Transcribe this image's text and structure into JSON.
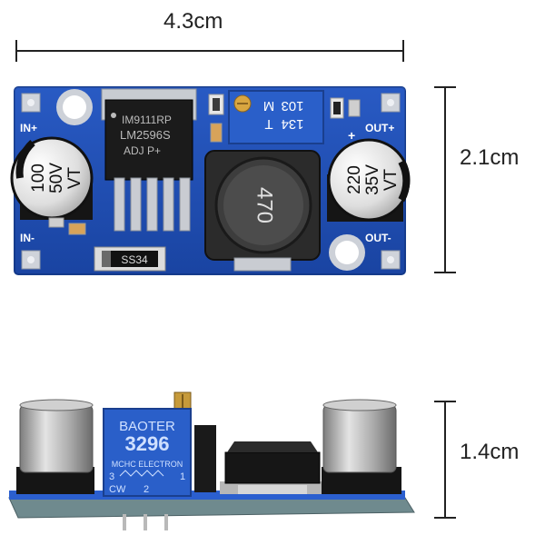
{
  "dimensions": {
    "width": "4.3cm",
    "height": "2.1cm",
    "thickness": "1.4cm"
  },
  "board_top": {
    "labels": {
      "in_plus": "IN+",
      "in_minus": "IN-",
      "out_plus": "OUT+",
      "out_minus": "OUT-",
      "plus_sign": "+"
    },
    "ic": {
      "line1": "IM9111RP",
      "line2": "LM2596S",
      "line3": "ADJ  P+"
    },
    "cap_left": {
      "line1": "100",
      "line2": "50V",
      "line3": "VT"
    },
    "cap_right": {
      "line1": "220",
      "line2": "35V",
      "line3": "VT"
    },
    "trimmer": {
      "top": "103",
      "top_left": "M",
      "bottom": "134",
      "bottom_left": "T"
    },
    "inductor": "470",
    "diode": "SS34"
  },
  "board_side": {
    "trimmer": {
      "brand": "BAOTER",
      "model": "3296",
      "maker": "MCHC ELECTRON",
      "pins": "3",
      "pin_right": "1",
      "cw": "CW",
      "mid": "2"
    }
  },
  "colors": {
    "pcb_blue": "#1f4fb4",
    "pot_blue": "#2a5fc9",
    "trimmer_brass": "#c69a3a"
  }
}
